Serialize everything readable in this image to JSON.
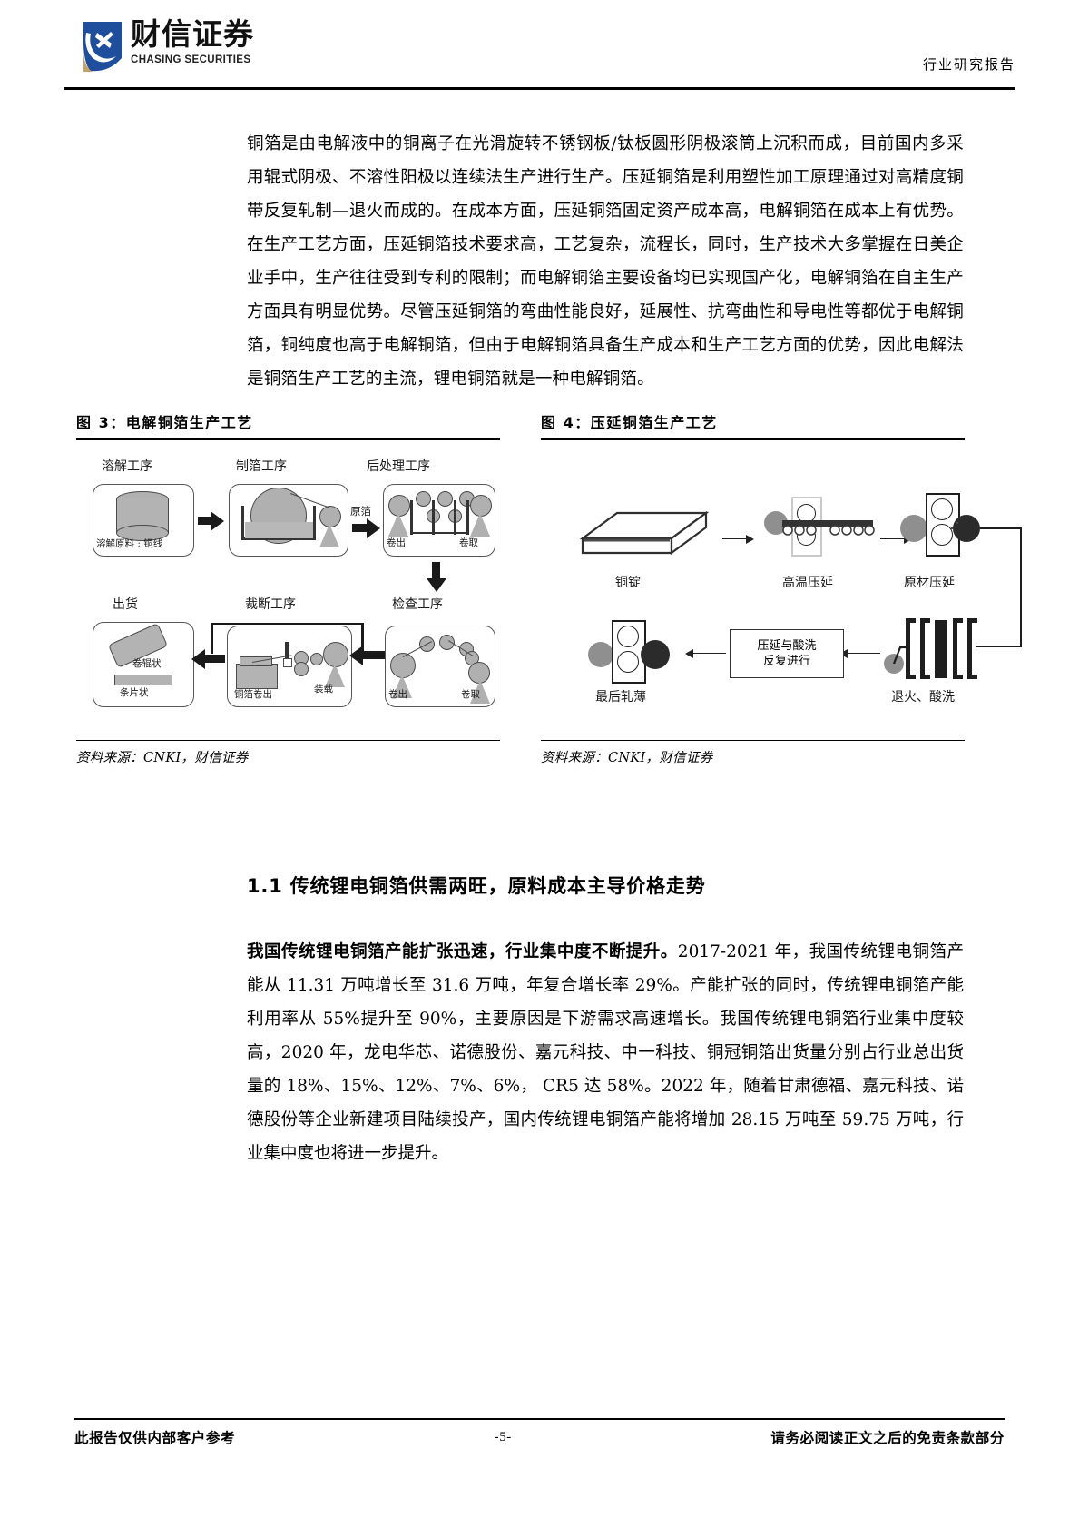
{
  "header": {
    "brand_cn": "财信证券",
    "brand_en": "CHASING SECURITIES",
    "report_type": "行业研究报告"
  },
  "intro_paragraph": "铜箔是由电解液中的铜离子在光滑旋转不锈钢板/钛板圆形阴极滚筒上沉积而成，目前国内多采用辊式阴极、不溶性阳极以连续法生产进行生产。压延铜箔是利用塑性加工原理通过对高精度铜带反复轧制—退火而成的。在成本方面，压延铜箔固定资产成本高，电解铜箔在成本上有优势。在生产工艺方面，压延铜箔技术要求高，工艺复杂，流程长，同时，生产技术大多掌握在日美企业手中，生产往往受到专利的限制；而电解铜箔主要设备均已实现国产化，电解铜箔在自主生产方面具有明显优势。尽管压延铜箔的弯曲性能良好，延展性、抗弯曲性和导电性等都优于电解铜箔，铜纯度也高于电解铜箔，但由于电解铜箔具备生产成本和生产工艺方面的优势，因此电解法是铜箔生产工艺的主流，锂电铜箔就是一种电解铜箔。",
  "figure3": {
    "title": "图 3：电解铜箔生产工艺",
    "source": "资料来源：CNKI，财信证券",
    "stage_labels": {
      "dissolve": "溶解工序",
      "foil_making": "制箔工序",
      "post_process": "后处理工序",
      "shipping": "出货",
      "cutting": "裁断工序",
      "inspection": "检查工序"
    },
    "inner_labels": {
      "raw_material": "溶解原料 : 铜线",
      "raw_foil": "原箔",
      "unwind_1": "卷出",
      "rewind_1": "卷取",
      "unwind_2": "卷出",
      "rewind_2": "卷取",
      "roll_form": "卷辊状",
      "strip_form": "条片状",
      "foil_unwind": "铜箔卷出",
      "loading": "装载"
    }
  },
  "figure4": {
    "title": "图 4：压延铜箔生产工艺",
    "source": "资料来源：CNKI，财信证券",
    "step_labels": {
      "ingot": "铜锭",
      "hot_rolling": "高温压延",
      "raw_rolling": "原材压延",
      "final_thinning": "最后轧薄",
      "anneal_pickle": "退火、酸洗"
    },
    "center_box_line1": "压延与酸洗",
    "center_box_line2": "反复进行"
  },
  "section": {
    "heading": "1.1 传统锂电铜箔供需两旺，原料成本主导价格走势",
    "paragraph_lead": "我国传统锂电铜箔产能扩张迅速，行业集中度不断提升。",
    "paragraph_rest": "2017-2021 年，我国传统锂电铜箔产能从 11.31 万吨增长至 31.6 万吨，年复合增长率 29%。产能扩张的同时，传统锂电铜箔产能利用率从 55%提升至 90%，主要原因是下游需求高速增长。我国传统锂电铜箔行业集中度较高，2020 年，龙电华芯、诺德股份、嘉元科技、中一科技、铜冠铜箔出货量分别占行业总出货量的 18%、15%、12%、7%、6%， CR5 达 58%。2022 年，随着甘肃德福、嘉元科技、诺德股份等企业新建项目陆续投产，国内传统锂电铜箔产能将增加 28.15 万吨至 59.75 万吨，行业集中度也将进一步提升。"
  },
  "footer": {
    "left": "此报告仅供内部客户参考",
    "page": "-5-",
    "right": "请务必阅读正文之后的免责条款部分"
  },
  "colors": {
    "rule": "#000000",
    "diagram_fill": "#b0b0b0",
    "diagram_stroke": "#4a4a4a",
    "logo_blue": "#1f4e9c",
    "logo_tan": "#c8a06a"
  }
}
